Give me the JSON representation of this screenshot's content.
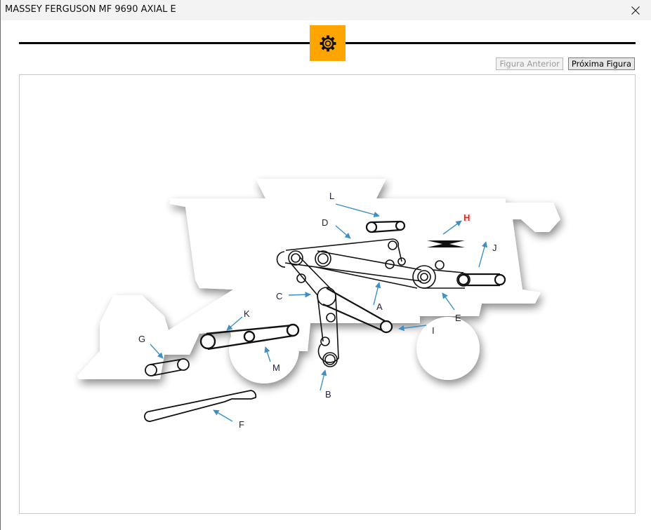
{
  "window": {
    "title": "MASSEY FERGUSON MF 9690 AXIAL E",
    "close_icon": "close-icon"
  },
  "header": {
    "icon": "gear-icon",
    "accent_color": "#ffa500"
  },
  "navigation": {
    "previous_label": "Figura Anterior",
    "previous_enabled": false,
    "next_label": "Próxima Figura",
    "next_enabled": true
  },
  "figure": {
    "description": "Combine harvester belt/drive diagram",
    "highlight_color": "#ff1a1a",
    "arrow_color": "#3d8fc4",
    "labels": [
      {
        "id": "A",
        "text": "A",
        "highlighted": false
      },
      {
        "id": "B",
        "text": "B",
        "highlighted": false
      },
      {
        "id": "C",
        "text": "C",
        "highlighted": false
      },
      {
        "id": "D",
        "text": "D",
        "highlighted": false
      },
      {
        "id": "E",
        "text": "E",
        "highlighted": false
      },
      {
        "id": "F",
        "text": "F",
        "highlighted": false
      },
      {
        "id": "G",
        "text": "G",
        "highlighted": false
      },
      {
        "id": "H",
        "text": "H",
        "highlighted": true
      },
      {
        "id": "I",
        "text": "I",
        "highlighted": false
      },
      {
        "id": "J",
        "text": "J",
        "highlighted": false
      },
      {
        "id": "K",
        "text": "K",
        "highlighted": false
      },
      {
        "id": "L",
        "text": "L",
        "highlighted": false
      },
      {
        "id": "M",
        "text": "M",
        "highlighted": false
      }
    ]
  }
}
